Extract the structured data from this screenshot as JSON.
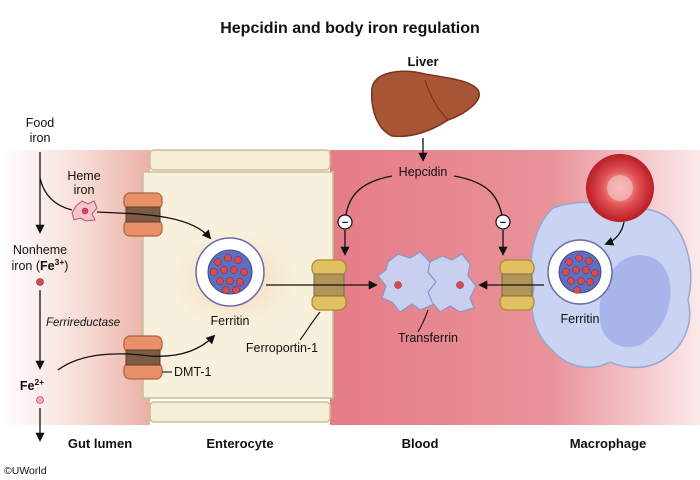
{
  "title": "Hepcidin and body iron regulation",
  "labels": {
    "food_iron_line1": "Food",
    "food_iron_line2": "iron",
    "heme_iron_line1": "Heme",
    "heme_iron_line2": "iron",
    "nonheme_line1": "Nonheme",
    "nonheme_line2_prefix": "iron (",
    "nonheme_ion": "Fe",
    "nonheme_charge": "3+",
    "nonheme_suffix": ")",
    "ferrireductase": "Ferrireductase",
    "fe2_ion": "Fe",
    "fe2_charge": "2+",
    "liver": "Liver",
    "hepcidin": "Hepcidin",
    "inhibit_symbol": "−",
    "ferritin_enterocyte": "Ferritin",
    "ferritin_macrophage": "Ferritin",
    "ferroportin": "Ferroportin-1",
    "transferrin": "Transferrin",
    "dmt1": "DMT-1"
  },
  "regions": {
    "gut_lumen": "Gut lumen",
    "enterocyte": "Enterocyte",
    "blood": "Blood",
    "macrophage": "Macrophage"
  },
  "copyright": "©UWorld",
  "colors": {
    "gut_tint": "#f3c9c2",
    "blood": "#e07f88",
    "enterocyte": "#f7f0dc",
    "macrophage": "#c9d4f2",
    "transporter": "#e89068",
    "ferroportin": "#e0c060",
    "liver": "#a85535",
    "ferritin_core": "#5f6fbf",
    "iron_dot": "#d84a52"
  }
}
